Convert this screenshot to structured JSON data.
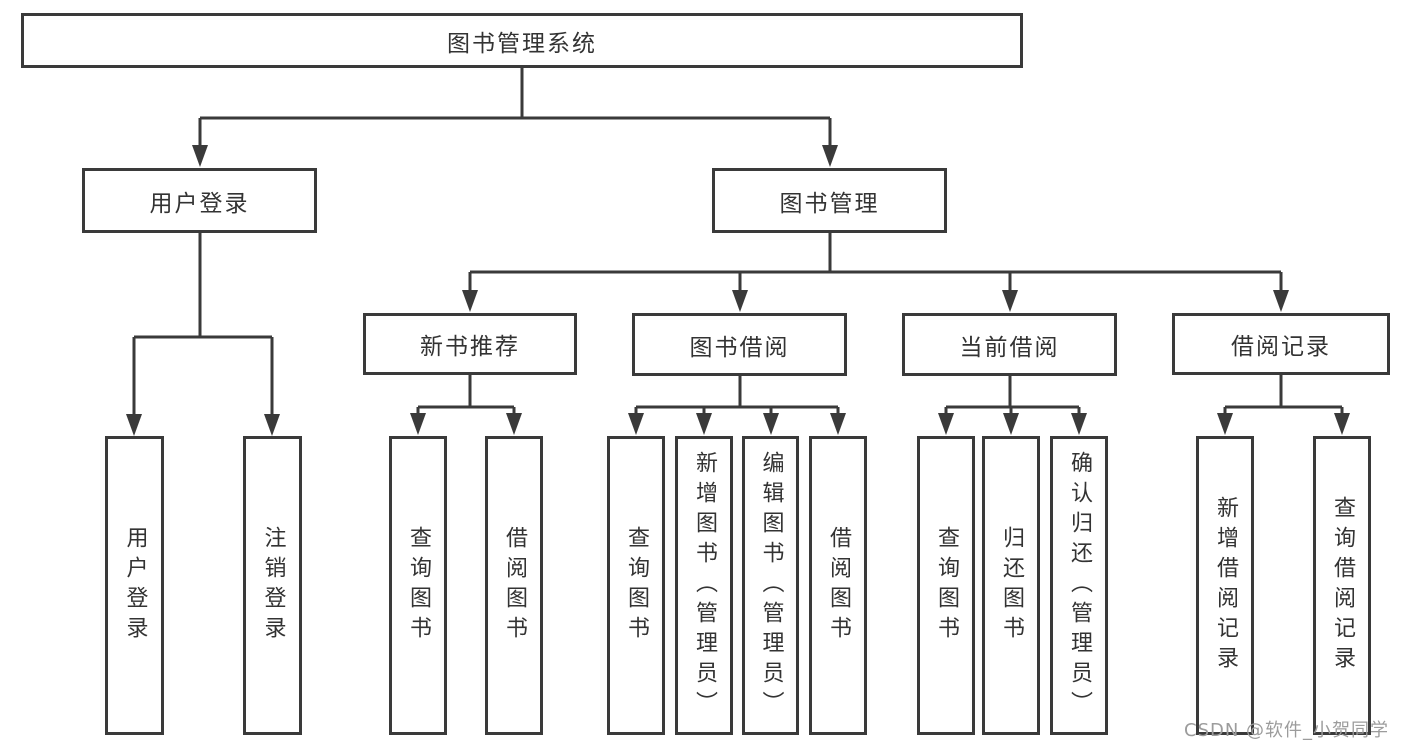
{
  "diagram": {
    "title": "图书管理系统",
    "watermark": "CSDN @软件_小贺同学",
    "colors": {
      "line": "#3a3a3a",
      "text": "#333333",
      "watermark": "#9c9c9c",
      "background": "#ffffff"
    },
    "nodes": {
      "root": {
        "label": "图书管理系统"
      },
      "user_login": {
        "label": "用户登录"
      },
      "book_mgmt": {
        "label": "图书管理"
      },
      "new_book_rec": {
        "label": "新书推荐"
      },
      "book_borrow": {
        "label": "图书借阅"
      },
      "current_borrow": {
        "label": "当前借阅"
      },
      "borrow_records": {
        "label": "借阅记录"
      },
      "leaf_user_login": {
        "label": "用户登录"
      },
      "leaf_logout": {
        "label": "注销登录"
      },
      "leaf_rec_query": {
        "label": "查询图书"
      },
      "leaf_rec_borrow": {
        "label": "借阅图书"
      },
      "leaf_bb_query": {
        "label": "查询图书"
      },
      "leaf_bb_add": {
        "label": "新增图书（管理员）"
      },
      "leaf_bb_edit": {
        "label": "编辑图书（管理员）"
      },
      "leaf_bb_borrow": {
        "label": "借阅图书"
      },
      "leaf_cb_query": {
        "label": "查询图书"
      },
      "leaf_cb_return": {
        "label": "归还图书"
      },
      "leaf_cb_confirm": {
        "label": "确认归还（管理员）"
      },
      "leaf_br_add": {
        "label": "新增借阅记录"
      },
      "leaf_br_query": {
        "label": "查询借阅记录"
      }
    },
    "edges": [
      {
        "parent": "root",
        "children": [
          "user_login",
          "book_mgmt"
        ]
      },
      {
        "parent": "user_login",
        "children": [
          "leaf_user_login",
          "leaf_logout"
        ]
      },
      {
        "parent": "book_mgmt",
        "children": [
          "new_book_rec",
          "book_borrow",
          "current_borrow",
          "borrow_records"
        ]
      },
      {
        "parent": "new_book_rec",
        "children": [
          "leaf_rec_query",
          "leaf_rec_borrow"
        ]
      },
      {
        "parent": "book_borrow",
        "children": [
          "leaf_bb_query",
          "leaf_bb_add",
          "leaf_bb_edit",
          "leaf_bb_borrow"
        ]
      },
      {
        "parent": "current_borrow",
        "children": [
          "leaf_cb_query",
          "leaf_cb_return",
          "leaf_cb_confirm"
        ]
      },
      {
        "parent": "borrow_records",
        "children": [
          "leaf_br_add",
          "leaf_br_query"
        ]
      }
    ]
  }
}
